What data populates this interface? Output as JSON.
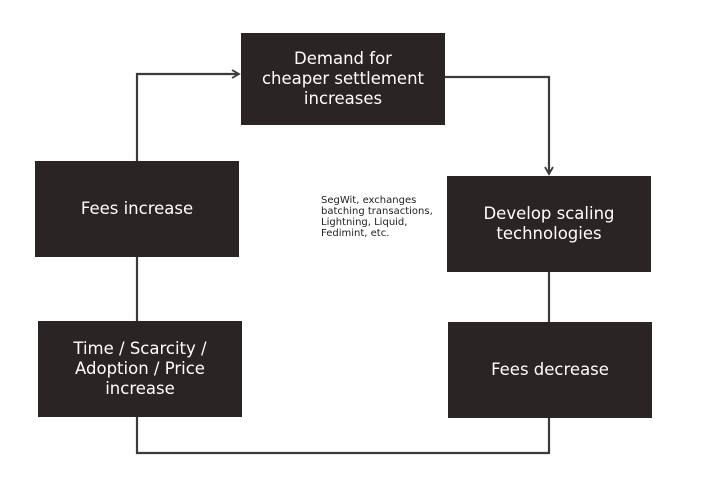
{
  "colors": {
    "box_fill": "#2a2524",
    "box_text": "#ffffff",
    "connector": "#3b3b3b",
    "background": "#ffffff"
  },
  "nodes": {
    "demand": [
      "Demand for",
      "cheaper settlement",
      "increases"
    ],
    "develop": [
      "Develop scaling",
      "technologies"
    ],
    "fees_decrease": [
      "Fees decrease"
    ],
    "time_scarcity": [
      "Time / Scarcity /",
      "Adoption / Price",
      "increase"
    ],
    "fees_increase": [
      "Fees increase"
    ]
  },
  "annotation": [
    "SegWit, exchanges",
    "batching transactions,",
    "Lightning, Liquid,",
    "Fedimint, etc."
  ],
  "edges": [
    {
      "from": "fees_increase",
      "to": "demand",
      "arrow": true
    },
    {
      "from": "demand",
      "to": "develop",
      "arrow": true
    },
    {
      "from": "develop",
      "to": "fees_decrease",
      "arrow": false
    },
    {
      "from": "fees_decrease",
      "to": "time_scarcity",
      "arrow": false
    },
    {
      "from": "time_scarcity",
      "to": "fees_increase",
      "arrow": false
    }
  ]
}
